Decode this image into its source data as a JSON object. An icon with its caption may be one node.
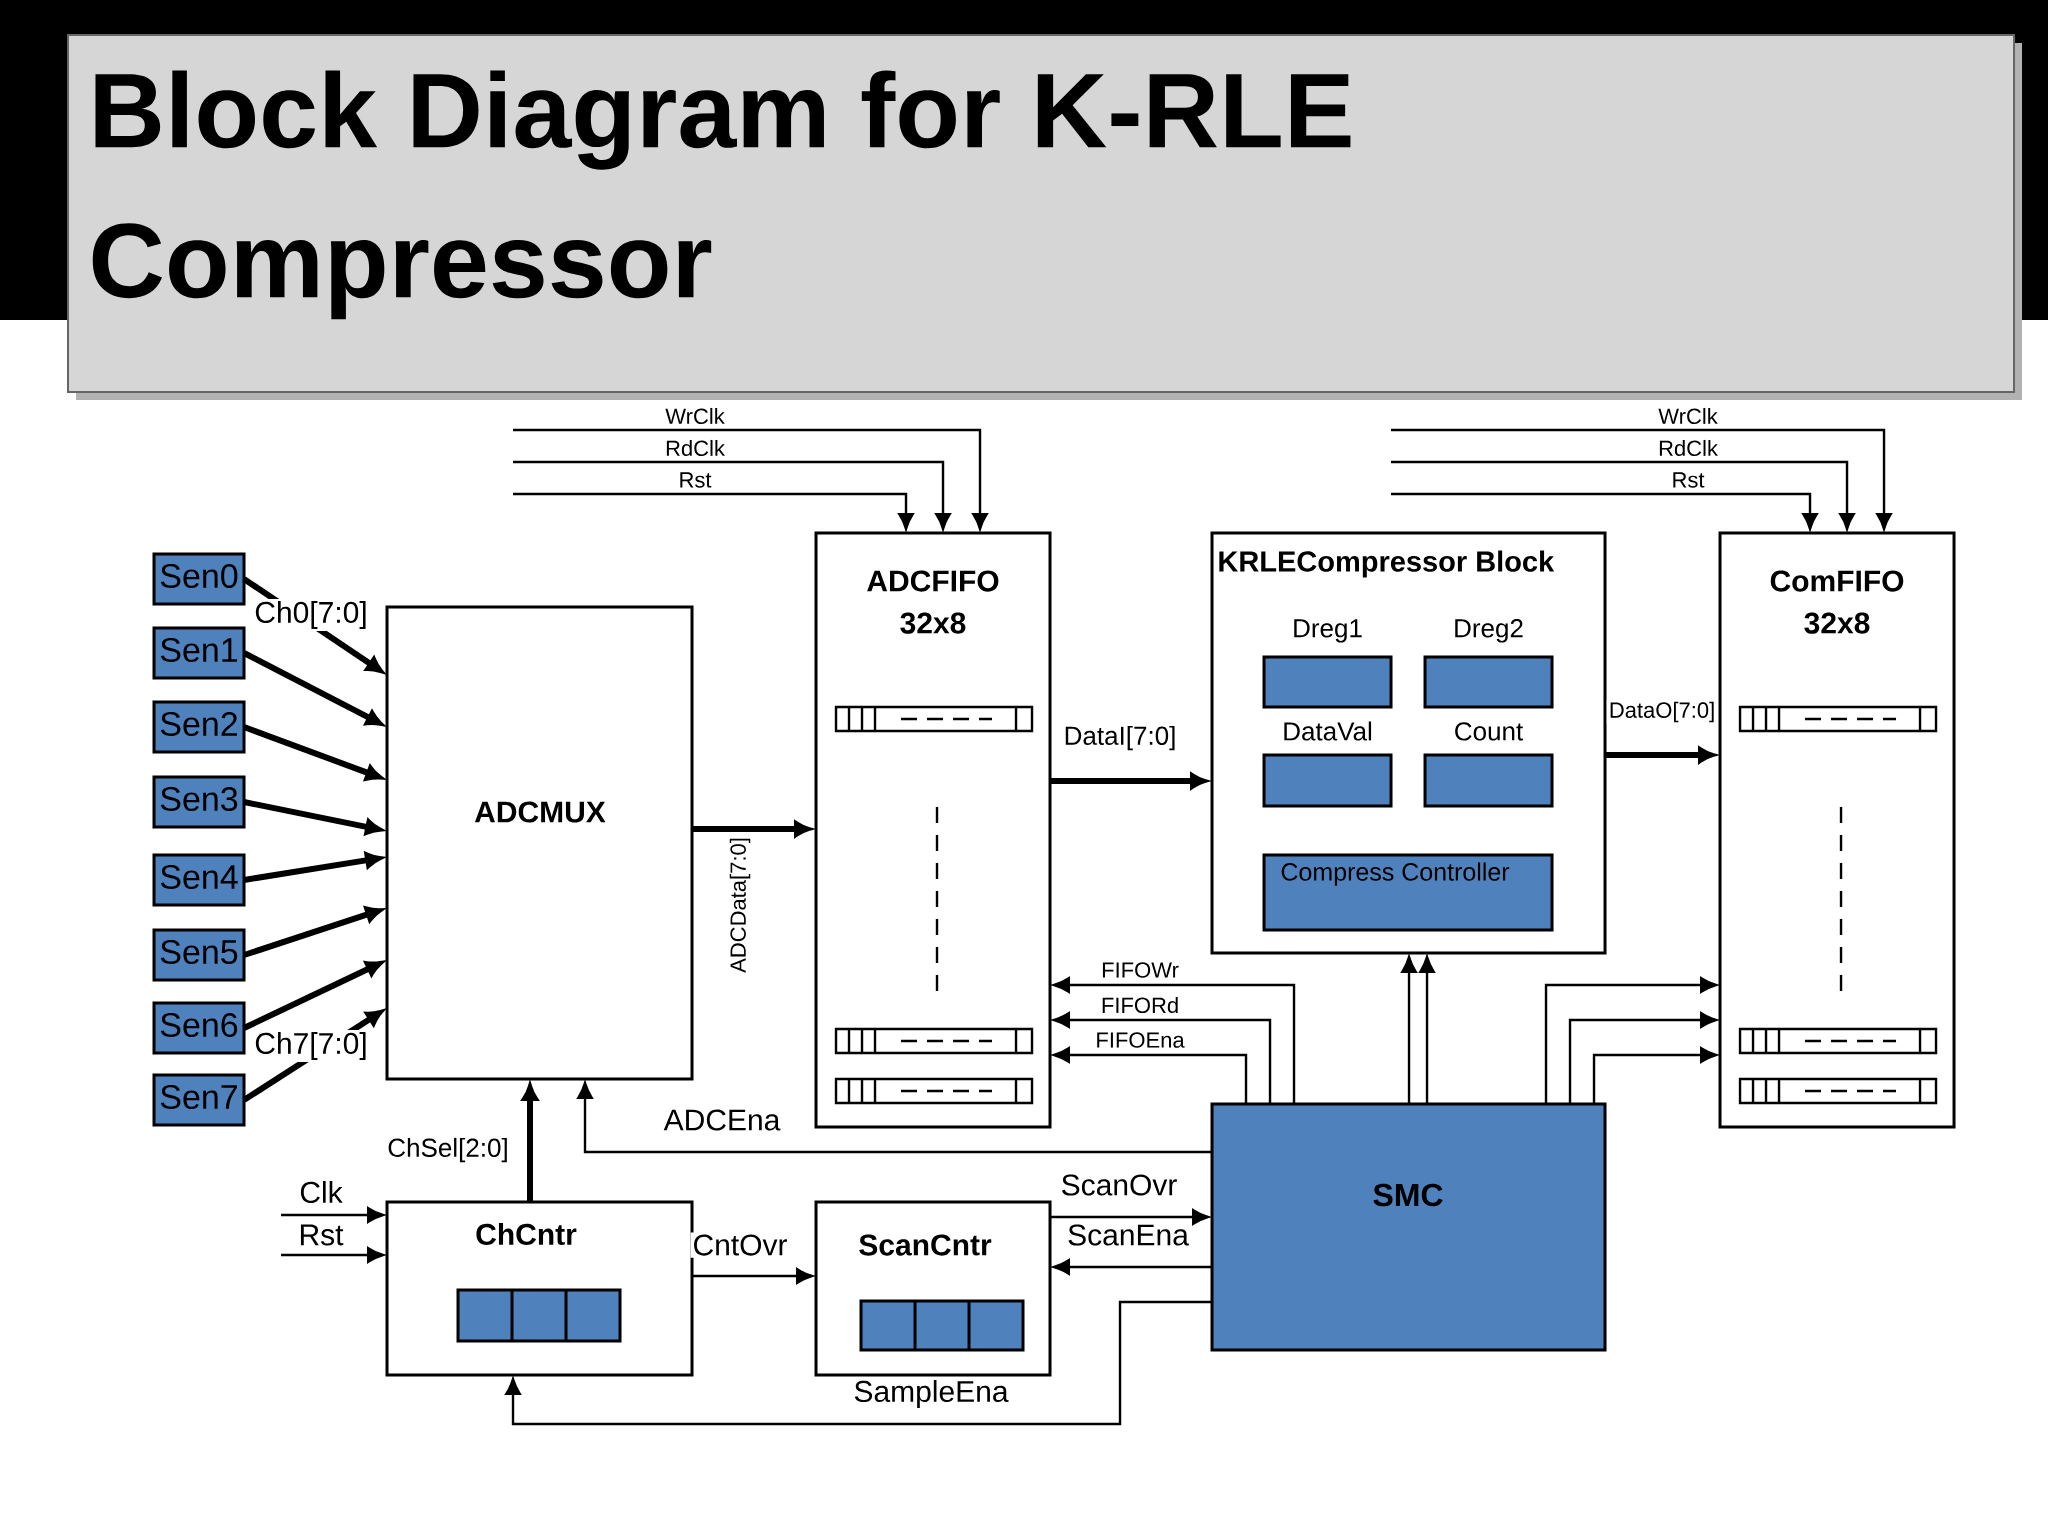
{
  "diagram": {
    "title": "Block Diagram for K-RLE Compressor",
    "nodes": [
      {
        "text": [
          "Sen0"
        ]
      },
      {
        "text": [
          "Sen1"
        ]
      },
      {
        "text": [
          "Sen2"
        ]
      },
      {
        "text": [
          "Sen3"
        ]
      },
      {
        "text": [
          "Sen4"
        ]
      },
      {
        "text": [
          "Sen5"
        ]
      },
      {
        "text": [
          "Sen6"
        ]
      },
      {
        "text": [
          "Sen7"
        ]
      },
      {
        "text": [
          "ADCMUX"
        ]
      },
      {
        "text": [
          "ADCFIFO 32x8"
        ]
      },
      {
        "text": [
          "KRLECompressor Block"
        ]
      },
      {
        "text": [
          "Dreg1"
        ],
        "in": 10
      },
      {
        "text": [
          "Dreg2"
        ],
        "in": 10
      },
      {
        "text": [
          "DataVal"
        ],
        "in": 10
      },
      {
        "text": [
          "Count"
        ],
        "in": 10
      },
      {
        "text": [
          "Compress Controller"
        ],
        "in": 10
      },
      {
        "text": [
          "ComFIFO 32x8"
        ]
      },
      {
        "text": [
          "SMC"
        ]
      },
      {
        "text": [
          "ChCntr"
        ]
      },
      {
        "text": [
          "ScanCntr"
        ]
      }
    ],
    "edges": [
      {
        "from": 0,
        "to": 8,
        "arrow": "to",
        "style": "thick",
        "label": "Ch0[7:0]"
      },
      {
        "from": 1,
        "to": 8,
        "arrow": "to",
        "style": "thick"
      },
      {
        "from": 2,
        "to": 8,
        "arrow": "to",
        "style": "thick"
      },
      {
        "from": 3,
        "to": 8,
        "arrow": "to",
        "style": "thick"
      },
      {
        "from": 4,
        "to": 8,
        "arrow": "to",
        "style": "thick"
      },
      {
        "from": 5,
        "to": 8,
        "arrow": "to",
        "style": "thick"
      },
      {
        "from": 6,
        "to": 8,
        "arrow": "to",
        "style": "thick"
      },
      {
        "from": 7,
        "to": 8,
        "arrow": "to",
        "style": "thick",
        "label": "Ch7[7:0]"
      },
      {
        "from": 8,
        "to": 9,
        "arrow": "to",
        "style": "thick",
        "label": "ADCData[7:0]"
      },
      {
        "from": 9,
        "to": 10,
        "arrow": "to",
        "style": "thick",
        "label": "DataI[7:0]"
      },
      {
        "from": 10,
        "to": 16,
        "arrow": "to",
        "style": "thick",
        "label": "DataO[7:0]"
      },
      {
        "from": null,
        "to": 9,
        "arrow": "to",
        "label": "WrClk"
      },
      {
        "from": null,
        "to": 9,
        "arrow": "to",
        "label": "RdClk"
      },
      {
        "from": null,
        "to": 9,
        "arrow": "to",
        "label": "Rst"
      },
      {
        "from": null,
        "to": 16,
        "arrow": "to",
        "label": "WrClk"
      },
      {
        "from": null,
        "to": 16,
        "arrow": "to",
        "label": "RdClk"
      },
      {
        "from": null,
        "to": 16,
        "arrow": "to",
        "label": "Rst"
      },
      {
        "from": 17,
        "to": 9,
        "arrow": "to",
        "label": "FIFOWr"
      },
      {
        "from": 17,
        "to": 9,
        "arrow": "to",
        "label": "FIFORd"
      },
      {
        "from": 17,
        "to": 9,
        "arrow": "to",
        "label": "FIFOEna"
      },
      {
        "from": 17,
        "to": 10,
        "arrow": "to"
      },
      {
        "from": 17,
        "to": 10,
        "arrow": "to"
      },
      {
        "from": 17,
        "to": 16,
        "arrow": "to"
      },
      {
        "from": 17,
        "to": 16,
        "arrow": "to"
      },
      {
        "from": 17,
        "to": 16,
        "arrow": "to"
      },
      {
        "from": 17,
        "to": 8,
        "arrow": "to",
        "label": "ADCEna"
      },
      {
        "from": 18,
        "to": 8,
        "arrow": "to",
        "style": "thick",
        "label": "ChSel[2:0]"
      },
      {
        "from": null,
        "to": 18,
        "arrow": "to",
        "label": "Clk"
      },
      {
        "from": null,
        "to": 18,
        "arrow": "to",
        "label": "Rst"
      },
      {
        "from": 18,
        "to": 19,
        "arrow": "to",
        "label": "CntOvr"
      },
      {
        "from": 19,
        "to": 17,
        "arrow": "to",
        "label": "ScanOvr"
      },
      {
        "from": 17,
        "to": 19,
        "arrow": "to",
        "label": "ScanEna"
      },
      {
        "from": 17,
        "to": 18,
        "arrow": "to",
        "label": "SampleEna"
      }
    ]
  }
}
